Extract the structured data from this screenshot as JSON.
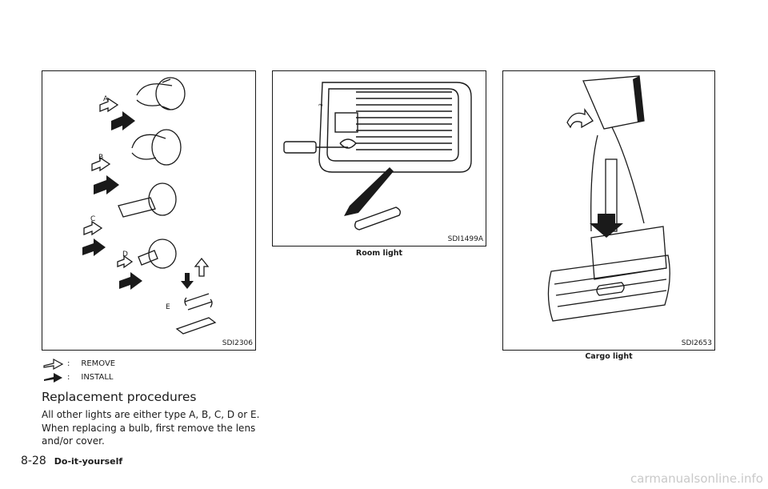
{
  "figures": {
    "bulb_types": {
      "code": "SDI2306",
      "labels": [
        "A",
        "B",
        "C",
        "D",
        "E"
      ]
    },
    "room_light": {
      "code": "SDI1499A",
      "caption": "Room light"
    },
    "cargo_light": {
      "code": "SDI2653",
      "caption": "Cargo light"
    }
  },
  "legend": [
    {
      "arrow": "outline-arrow-icon",
      "label": "REMOVE"
    },
    {
      "arrow": "solid-arrow-icon",
      "label": "INSTALL"
    }
  ],
  "section": {
    "heading": "Replacement procedures",
    "body": "All other lights are either type A, B, C, D or E. When replacing a bulb, first remove the lens and/or cover."
  },
  "footer": {
    "page_number": "8-28",
    "section_title": "Do-it-yourself"
  },
  "watermark": "carmanualsonline.info"
}
